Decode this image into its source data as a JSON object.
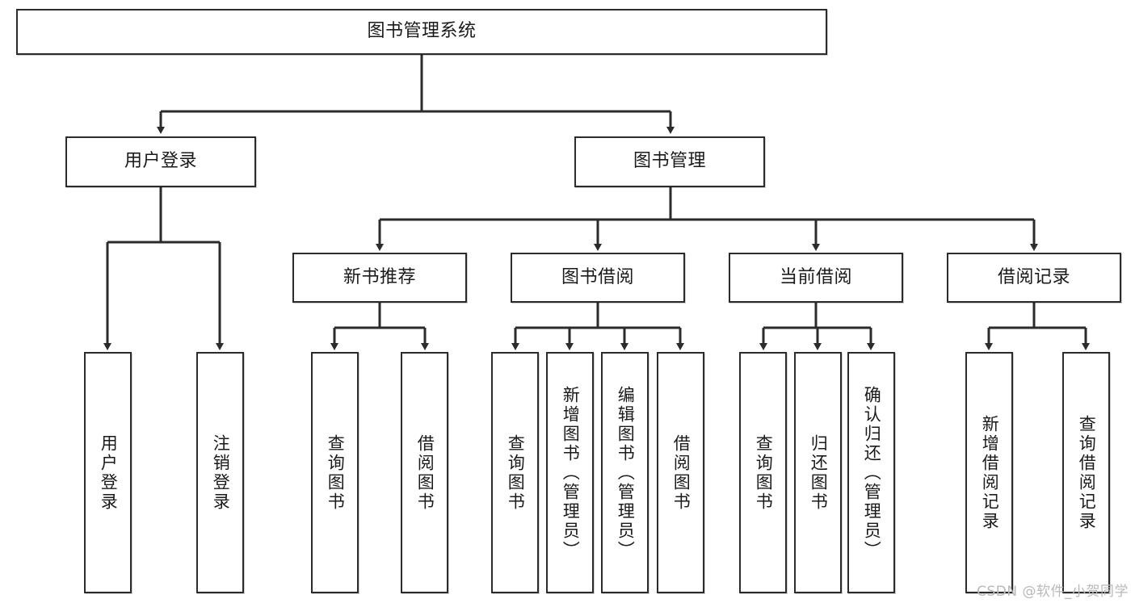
{
  "diagram": {
    "title": "图书管理系统",
    "type": "tree-hierarchy",
    "watermark": "CSDN @软件_小贺同学",
    "colors": {
      "box_border": "#2b2b2b",
      "box_fill": "#ffffff",
      "connector": "#2b2b2b",
      "watermark": "#b9b9b9"
    },
    "nodes": {
      "root": {
        "label": "图书管理系统"
      },
      "level2": [
        {
          "label": "用户登录"
        },
        {
          "label": "图书管理"
        }
      ],
      "level3": [
        {
          "label": "新书推荐"
        },
        {
          "label": "图书借阅"
        },
        {
          "label": "当前借阅"
        },
        {
          "label": "借阅记录"
        }
      ],
      "leaves": {
        "user_login": [
          {
            "label": "用户登录"
          },
          {
            "label": "注销登录"
          }
        ],
        "new_book_recommend": [
          {
            "label": "查询图书"
          },
          {
            "label": "借阅图书"
          }
        ],
        "book_borrow": [
          {
            "label": "查询图书"
          },
          {
            "label": "新增图书（管理员）"
          },
          {
            "label": "编辑图书（管理员）"
          },
          {
            "label": "借阅图书"
          }
        ],
        "current_borrow": [
          {
            "label": "查询图书"
          },
          {
            "label": "归还图书"
          },
          {
            "label": "确认归还（管理员）"
          }
        ],
        "borrow_record": [
          {
            "label": "新增借阅记录"
          },
          {
            "label": "查询借阅记录"
          }
        ]
      }
    }
  }
}
